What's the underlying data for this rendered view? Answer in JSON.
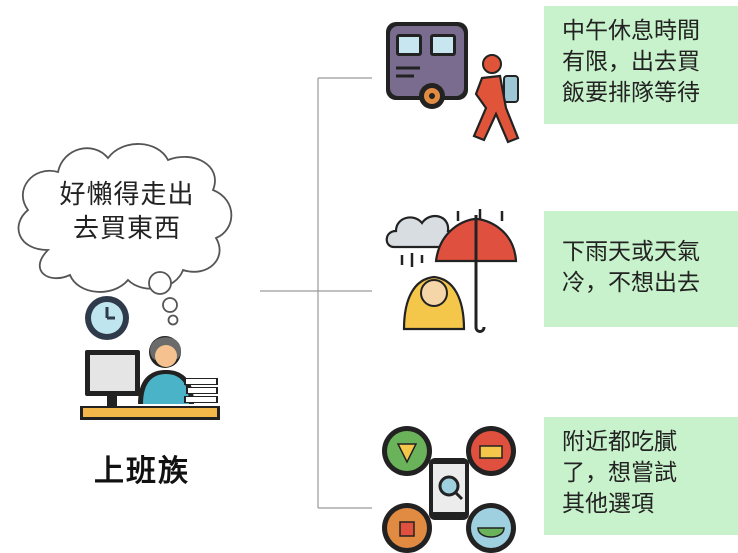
{
  "thought": {
    "line1": "好懶得走出",
    "line2": "去買東西"
  },
  "person": {
    "label": "上班族"
  },
  "reasons": [
    {
      "lines": [
        "中午休息時間",
        "有限，出去買",
        "飯要排隊等待"
      ]
    },
    {
      "lines": [
        "下雨天或天氣",
        "冷，不想出去"
      ]
    },
    {
      "lines": [
        "附近都吃膩",
        "了，想嘗試",
        "其他選項"
      ]
    }
  ],
  "colors": {
    "box_bg": "#c8f2cb",
    "connector": "#9a9a9a"
  }
}
